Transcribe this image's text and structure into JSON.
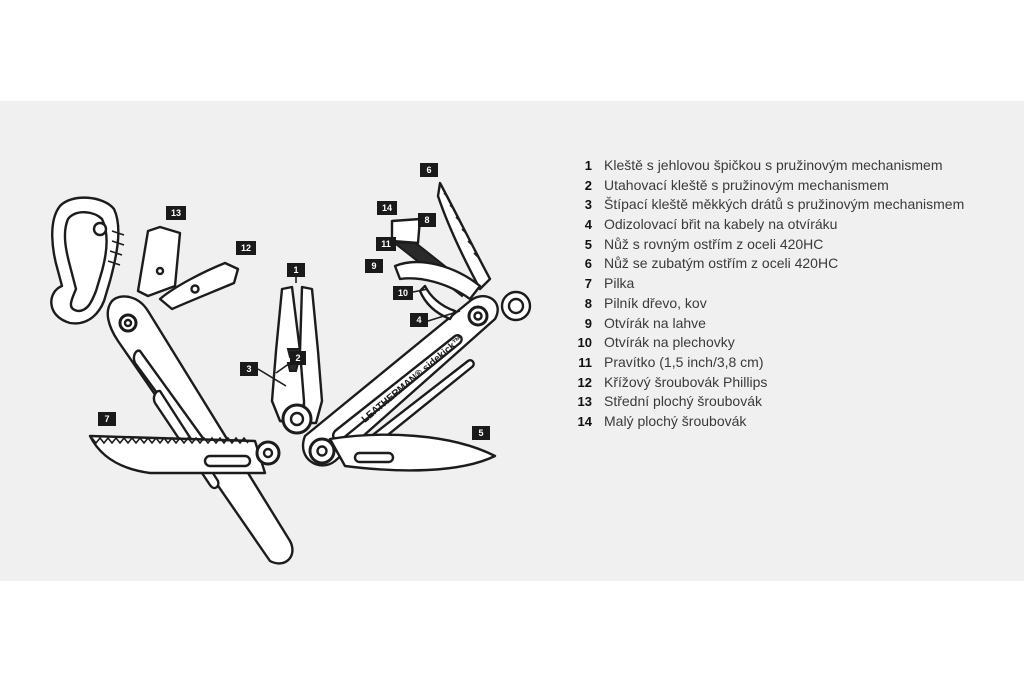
{
  "diagram": {
    "brand_text": "LEATHERMAN® sidekick™",
    "callouts": [
      "1",
      "2",
      "3",
      "4",
      "5",
      "6",
      "7",
      "8",
      "9",
      "10",
      "11",
      "12",
      "13",
      "14"
    ]
  },
  "legend": [
    {
      "num": "1",
      "label": "Kleště s jehlovou špičkou s pružinovým mechanismem"
    },
    {
      "num": "2",
      "label": "Utahovací kleště s pružinovým mechanismem"
    },
    {
      "num": "3",
      "label": "Štípací kleště měkkých drátů s pružinovým mechanismem"
    },
    {
      "num": "4",
      "label": "Odizolovací břit na kabely na otvíráku"
    },
    {
      "num": "5",
      "label": "Nůž s rovným ostřím z oceli 420HC"
    },
    {
      "num": "6",
      "label": "Nůž se zubatým ostřím z oceli 420HC"
    },
    {
      "num": "7",
      "label": "Pilka"
    },
    {
      "num": "8",
      "label": "Pilník dřevo, kov"
    },
    {
      "num": "9",
      "label": "Otvírák na lahve"
    },
    {
      "num": "10",
      "label": "Otvírák na plechovky"
    },
    {
      "num": "11",
      "label": "Pravítko (1,5 inch/3,8 cm)"
    },
    {
      "num": "12",
      "label": "Křížový šroubovák Phillips"
    },
    {
      "num": "13",
      "label": "Střední plochý šroubovák"
    },
    {
      "num": "14",
      "label": "Malý plochý šroubovák"
    }
  ]
}
